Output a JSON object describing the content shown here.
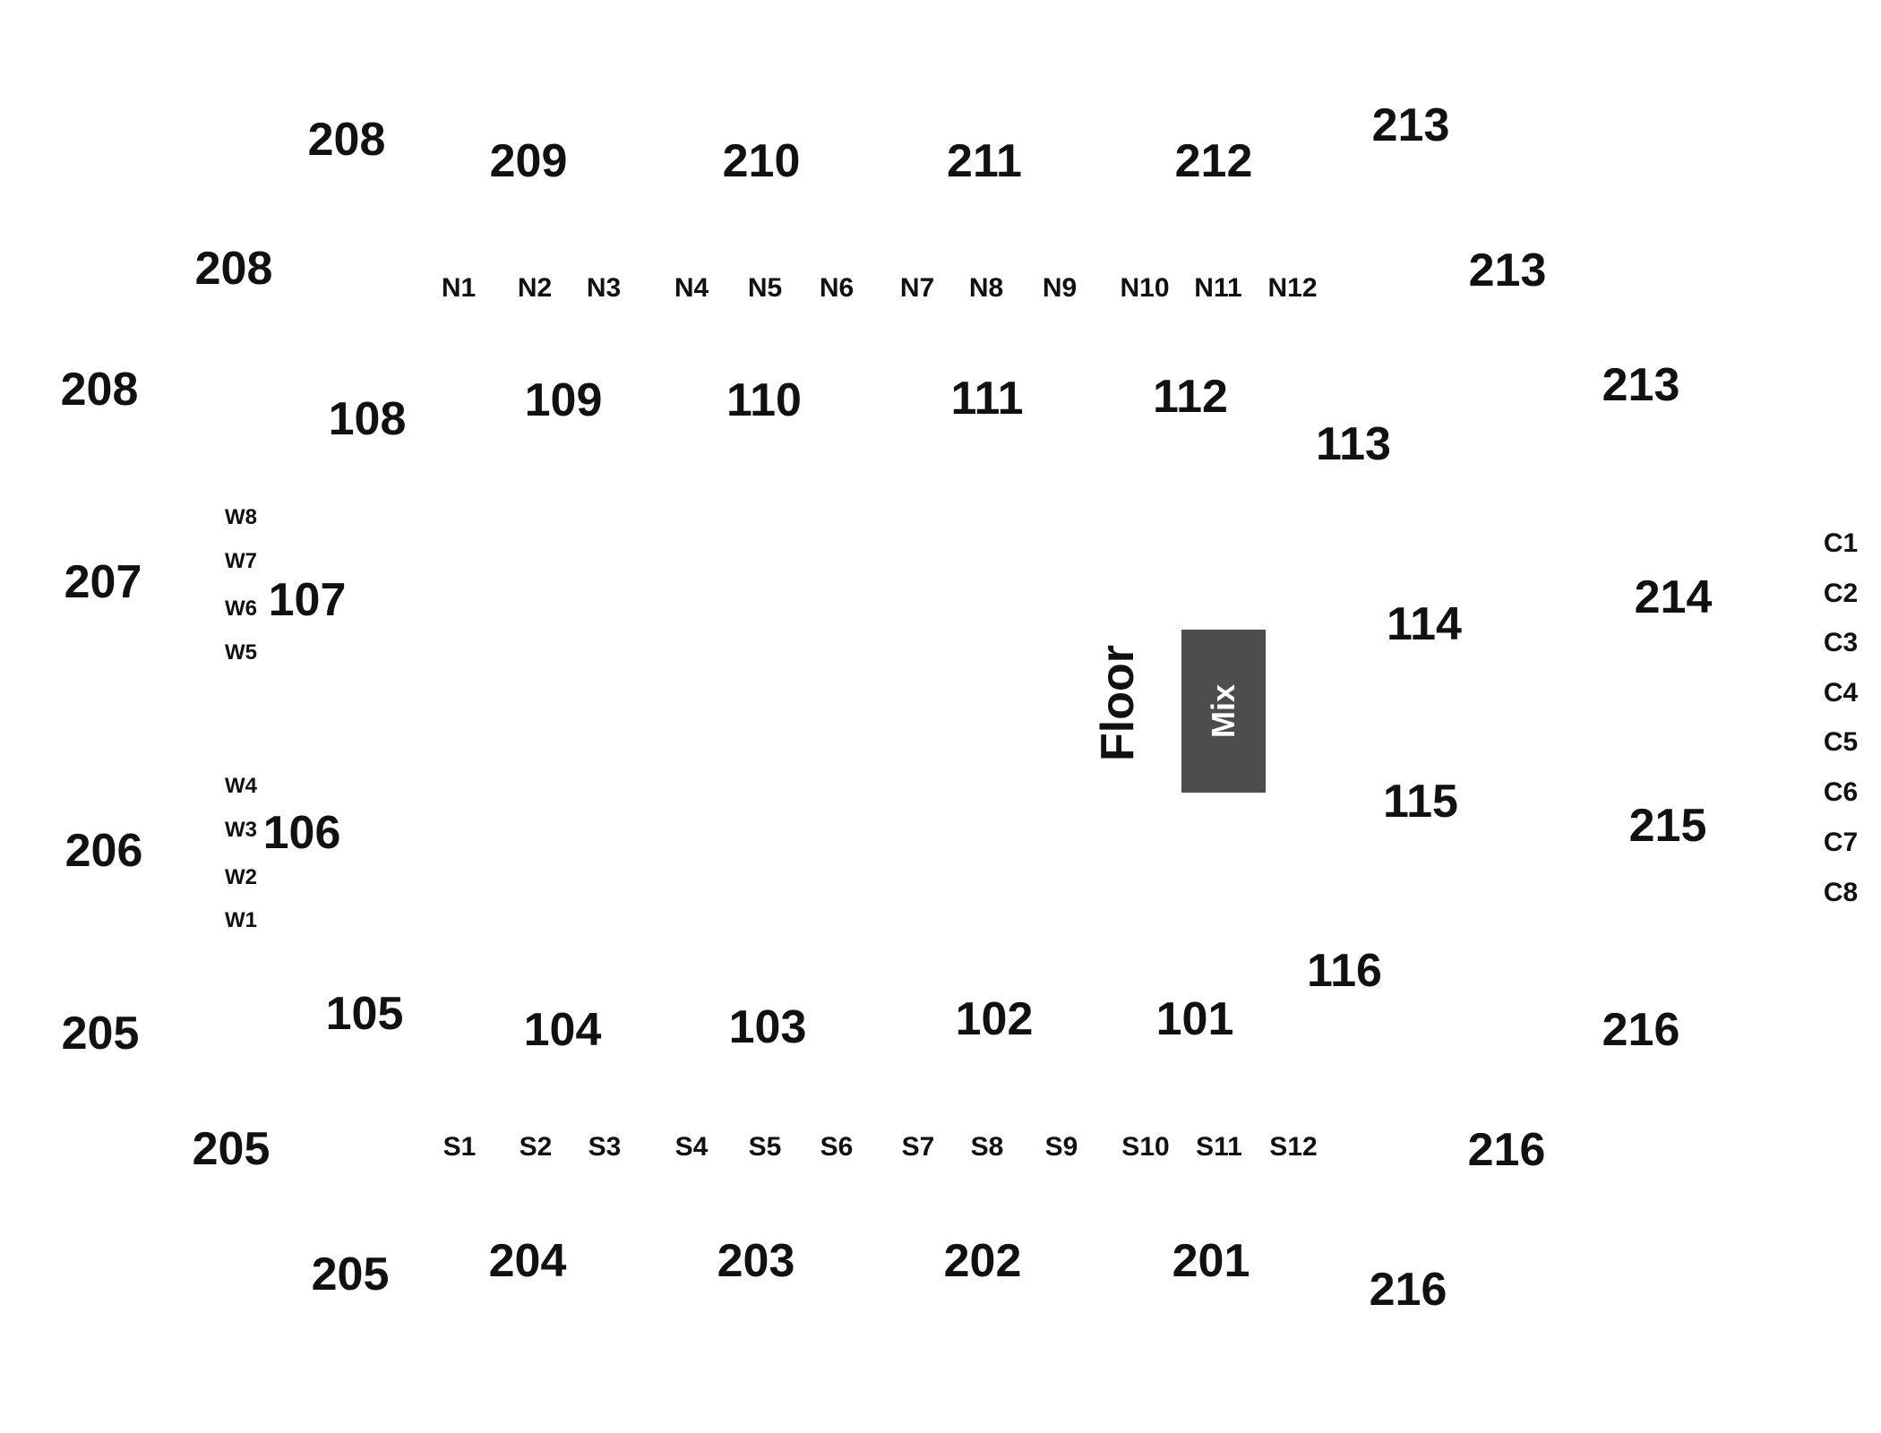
{
  "upper_sections": {
    "s208a": "208",
    "s208b": "208",
    "s208c": "208",
    "s209": "209",
    "s210": "210",
    "s211": "211",
    "s212": "212",
    "s213a": "213",
    "s213b": "213",
    "s213c": "213",
    "s207": "207",
    "s214": "214",
    "s206": "206",
    "s215": "215",
    "s205a": "205",
    "s205b": "205",
    "s205c": "205",
    "s204": "204",
    "s203": "203",
    "s202": "202",
    "s201": "201",
    "s216a": "216",
    "s216b": "216",
    "s216c": "216"
  },
  "lower_sections": {
    "s108": "108",
    "s109": "109",
    "s110": "110",
    "s111": "111",
    "s112": "112",
    "s113": "113",
    "s107": "107",
    "s114": "114",
    "s106": "106",
    "s115": "115",
    "s105": "105",
    "s104": "104",
    "s103": "103",
    "s102": "102",
    "s101": "101",
    "s116": "116"
  },
  "north_boxes": [
    "N1",
    "N2",
    "N3",
    "N4",
    "N5",
    "N6",
    "N7",
    "N8",
    "N9",
    "N10",
    "N11",
    "N12"
  ],
  "south_boxes": [
    "S1",
    "S2",
    "S3",
    "S4",
    "S5",
    "S6",
    "S7",
    "S8",
    "S9",
    "S10",
    "S11",
    "S12"
  ],
  "west_boxes": [
    "W8",
    "W7",
    "W6",
    "W5",
    "W4",
    "W3",
    "W2",
    "W1"
  ],
  "east_boxes": [
    "C1",
    "C2",
    "C3",
    "C4",
    "C5",
    "C6",
    "C7",
    "C8"
  ],
  "floor": {
    "label": "Floor"
  },
  "mix": {
    "label": "Mix",
    "color": "#4d4d4d"
  }
}
